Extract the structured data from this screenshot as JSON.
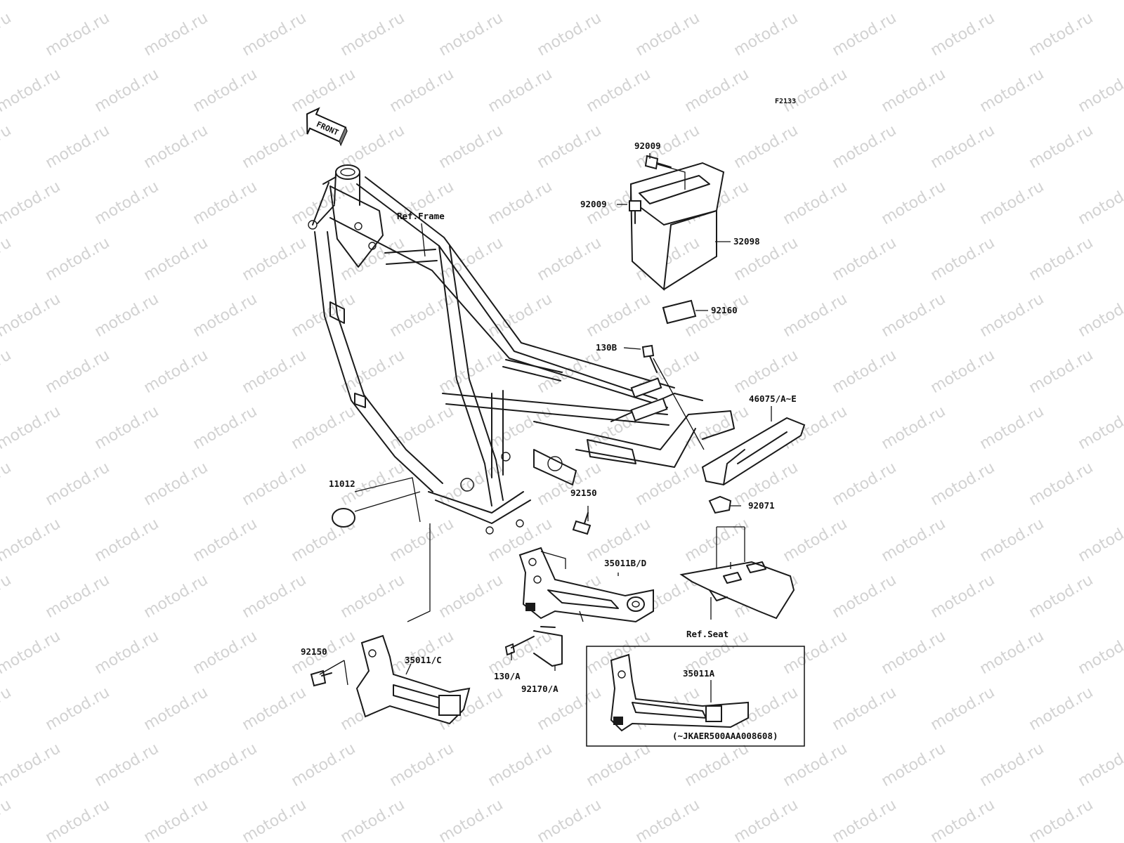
{
  "diagram": {
    "code": "F2133",
    "front_arrow": "FRONT",
    "watermark": "motod.ru",
    "callouts": {
      "92009_a": "92009",
      "92009_b": "92009",
      "32098": "32098",
      "92160": "92160",
      "130B": "130B",
      "46075": "46075/A~E",
      "ref_frame": "Ref.Frame",
      "11012": "11012",
      "92150_a": "92150",
      "92071": "92071",
      "35011BD": "35011B/D",
      "ref_seat": "Ref.Seat",
      "92150_b": "92150",
      "35011C": "35011/C",
      "130A": "130/A",
      "92170A": "92170/A",
      "35011A": "35011A",
      "serial_note": "(~JKAER500AAA008608)"
    }
  }
}
